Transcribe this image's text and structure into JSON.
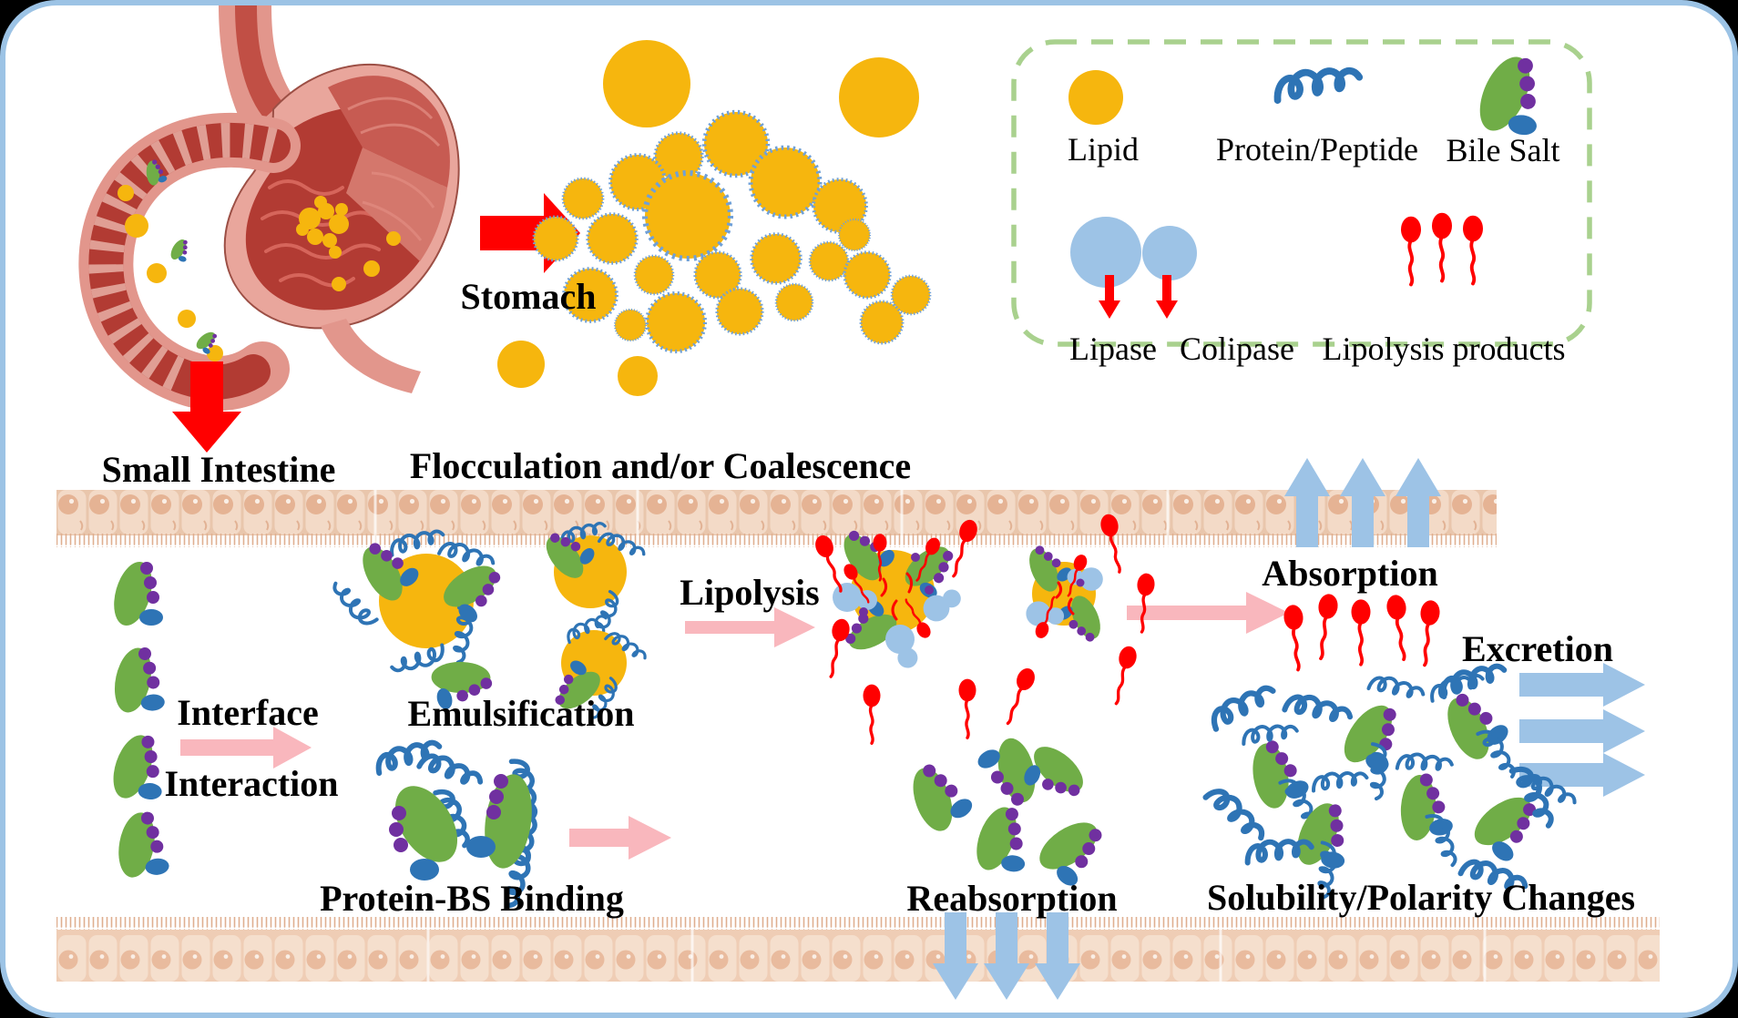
{
  "figure": {
    "title": "Lipid digestion and bile-salt interaction schematic",
    "labels": {
      "stomach": "Stomach",
      "small_intestine": "Small Intestine",
      "flocculation": "Flocculation and/or Coalescence",
      "interface_line1": "Interface",
      "interface_line2": "Interaction",
      "emulsification": "Emulsification",
      "lipolysis": "Lipolysis",
      "absorption": "Absorption",
      "excretion": "Excretion",
      "protein_bs_binding": "Protein-BS Binding",
      "reabsorption": "Reabsorption",
      "solubility": "Solubility/Polarity Changes"
    },
    "legend": {
      "items": [
        {
          "label": "Lipid",
          "icon": "yellow-circle"
        },
        {
          "label": "Protein/Peptide",
          "icon": "blue-squiggle"
        },
        {
          "label": "Bile Salt",
          "icon": "green-oval-with-dots"
        },
        {
          "label": "Lipase",
          "icon": "large-light-blue-circle"
        },
        {
          "label": "Colipase",
          "icon": "small-light-blue-circle"
        },
        {
          "label": "Lipolysis products",
          "icon": "red-balloon-with-tail"
        }
      ]
    },
    "colors": {
      "lipid_yellow": "#F6B60E",
      "droplet_fuzz_blue": "#6FA0D8",
      "bile_salt_green": "#70AD47",
      "bile_salt_dot_purple": "#7030A0",
      "protein_blue": "#2E74B5",
      "lipase_blue": "#9DC3E6",
      "lipolysis_red": "#FF0000",
      "pink_arrow": "#F9B7BD",
      "red_arrow": "#FF0000",
      "blue_arrow": "#9DC3E6",
      "legend_border_green": "#A9D18E",
      "frame_border_blue": "#9CC3E5",
      "epithelium_tan": "#F3DAC7"
    }
  }
}
